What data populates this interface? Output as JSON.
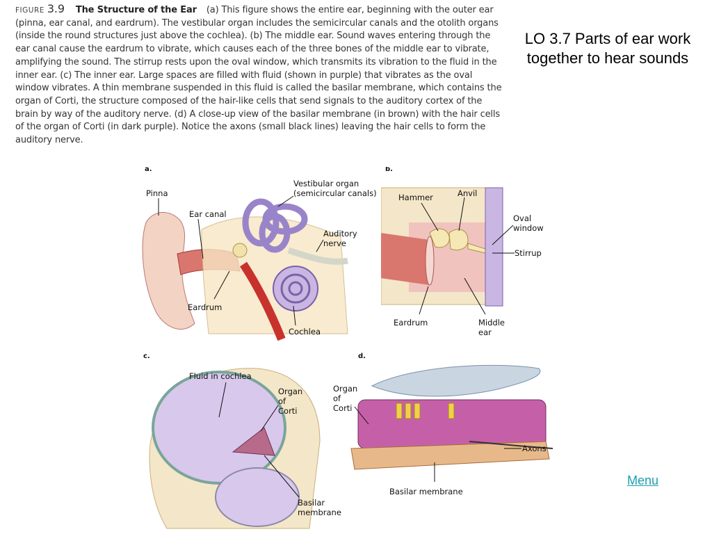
{
  "caption": {
    "figure_word": "FIGURE",
    "figure_number": "3.9",
    "figure_title": "The Structure of the Ear",
    "text": "(a) This figure shows the entire ear, beginning with the outer ear (pinna, ear canal, and eardrum). The vestibular organ includes the semicircular canals and the otolith organs (inside the round structures just above the cochlea). (b) The middle ear. Sound waves entering through the ear canal cause the eardrum to vibrate, which causes each of the three bones of the middle ear to vibrate, amplifying the sound. The stirrup rests upon the oval window, which transmits its vibration to the fluid in the inner ear. (c) The inner ear. Large spaces are filled with fluid (shown in purple) that vibrates as the oval window vibrates. A thin membrane suspended in this fluid is called the basilar membrane, which contains the organ of Corti, the structure composed of the hair-like cells that send signals to the auditory cortex of the brain by way of the auditory nerve. (d) A close-up view of the basilar membrane (in brown) with the hair cells of the organ of Corti (in dark purple). Notice the axons (small black lines) leaving the hair cells to form the auditory nerve."
  },
  "lo_title": "LO 3.7 Parts of ear work together to hear sounds",
  "menu_label": "Menu",
  "panels": {
    "a": {
      "letter": "a.",
      "labels": {
        "pinna": "Pinna",
        "ear_canal": "Ear canal",
        "vestibular_1": "Vestibular organ",
        "vestibular_2": "(semicircular canals)",
        "auditory_1": "Auditory",
        "auditory_2": "nerve",
        "eardrum": "Eardrum",
        "cochlea": "Cochlea"
      }
    },
    "b": {
      "letter": "b.",
      "labels": {
        "hammer": "Hammer",
        "anvil": "Anvil",
        "oval_1": "Oval",
        "oval_2": "window",
        "stirrup": "Stirrup",
        "eardrum": "Eardrum",
        "middle_1": "Middle",
        "middle_2": "ear"
      }
    },
    "c": {
      "letter": "c.",
      "labels": {
        "fluid": "Fluid in cochlea",
        "organ_1": "Organ",
        "organ_2": "of",
        "organ_3": "Corti",
        "basilar_1": "Basilar",
        "basilar_2": "membrane"
      }
    },
    "d": {
      "letter": "d.",
      "labels": {
        "organ_1": "Organ",
        "organ_2": "of",
        "organ_3": "Corti",
        "axons": "Axons",
        "basilar": "Basilar membrane"
      }
    }
  }
}
